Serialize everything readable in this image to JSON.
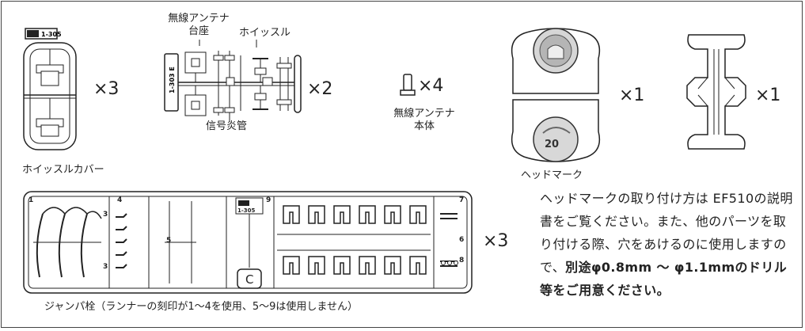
{
  "parts": {
    "whistle_cover": {
      "runner_code": "1-305",
      "caption": "ホイッスルカバー",
      "quantity": "×3"
    },
    "antenna_runner": {
      "runner_code": "1-303 E",
      "caption_antenna_base_line1": "無線アンテナ",
      "caption_antenna_base_line2": "台座",
      "caption_whistle": "ホイッスル",
      "caption_signal_tube": "信号炎管",
      "quantity": "×2"
    },
    "antenna_body": {
      "caption_line1": "無線アンテナ",
      "caption_line2": "本体",
      "quantity": "×4"
    },
    "headmark": {
      "caption": "ヘッドマーク",
      "quantity": "×1"
    },
    "headmark_frame": {
      "quantity": "×1"
    },
    "jumper": {
      "runner_code": "1-305",
      "caption": "ジャンパ栓（ランナーの刻印が1～4を使用、5～9は使用しません）",
      "quantity": "×3",
      "marks": [
        "1",
        "3",
        "3",
        "4",
        "5",
        "6",
        "7",
        "8",
        "9",
        "C"
      ]
    }
  },
  "note": {
    "text_regular": "ヘッドマークの取り付け方は EF510の説明書をご覧ください。また、他のパーツを取り付ける際、穴をあけるのに使用しますので、",
    "text_bold": "別途φ0.8mm ～ φ1.1mmのドリル等をご用意ください。"
  }
}
